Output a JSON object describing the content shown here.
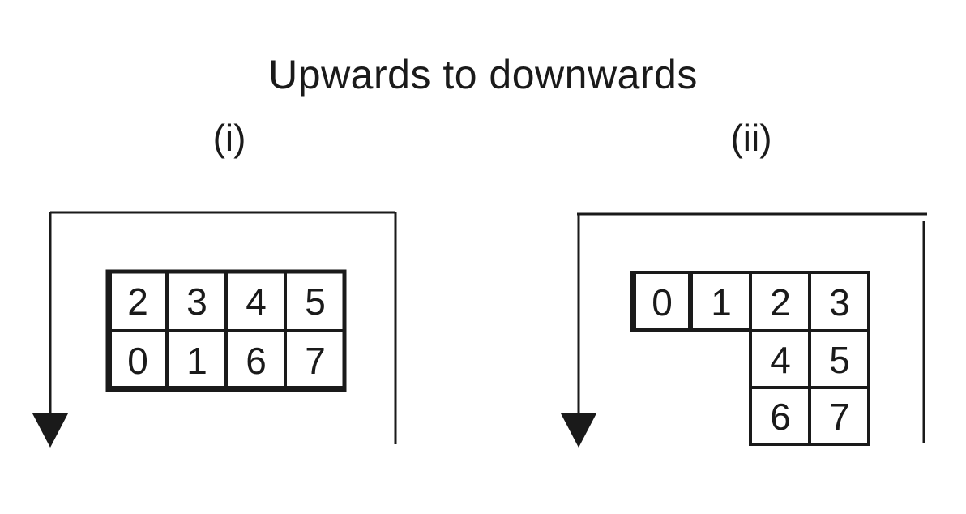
{
  "title": "Upwards to downwards",
  "panels": [
    {
      "label": "(i)",
      "cells": [
        "2",
        "3",
        "4",
        "5",
        "0",
        "1",
        "6",
        "7"
      ]
    },
    {
      "label": "(ii)",
      "cells": [
        "0",
        "1",
        "2",
        "3",
        "4",
        "5",
        "6",
        "7"
      ]
    }
  ]
}
